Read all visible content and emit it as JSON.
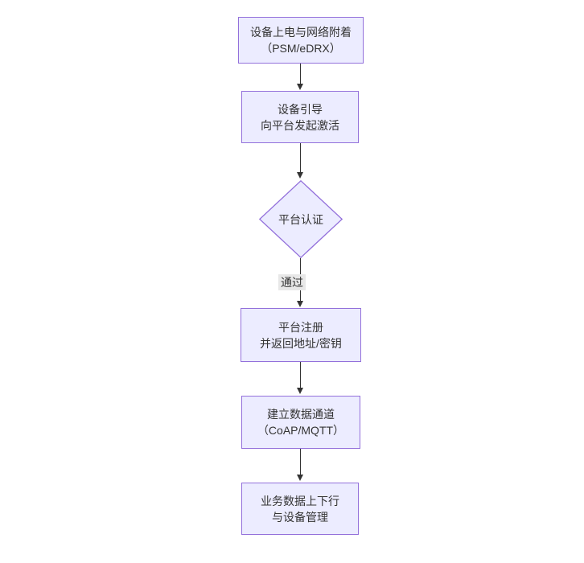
{
  "flowchart": {
    "nodes": {
      "power": {
        "line1": "设备上电与网络附着",
        "line2": "（PSM/eDRX）"
      },
      "boot": {
        "line1": "设备引导",
        "line2": "向平台发起激活"
      },
      "auth": {
        "label": "平台认证"
      },
      "register": {
        "line1": "平台注册",
        "line2": "并返回地址/密钥"
      },
      "channel": {
        "line1": "建立数据通道",
        "line2": "（CoAP/MQTT）"
      },
      "business": {
        "line1": "业务数据上下行",
        "line2": "与设备管理"
      }
    },
    "edges": {
      "auth_pass_label": "通过"
    }
  },
  "colors": {
    "node-fill": "#ECECFF",
    "node-border": "#9370DB",
    "arrow": "#333333",
    "text": "#333333",
    "edge-label-bg": "#e8e8e8",
    "canvas-bg": "#ffffff"
  }
}
